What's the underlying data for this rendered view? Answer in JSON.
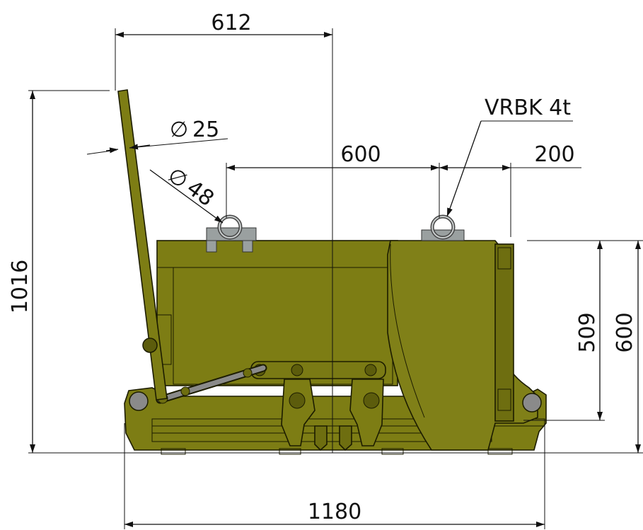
{
  "colors": {
    "body": "#7d7d14",
    "body_dark": "#5c5c0c",
    "body_light": "#8f8f24",
    "outline": "#1c1c00",
    "lifting_eye": "#9aa0a0",
    "dimension": "#111111"
  },
  "dimensions": {
    "handle_offset": "612",
    "overall_height": "1016",
    "handle_diameter": "25",
    "eye_diameter": "48",
    "eye_spacing": "600",
    "eye_to_end": "200",
    "lift_height": "509",
    "body_height": "600",
    "overall_length": "1180"
  },
  "symbols": {
    "diameter": "∅"
  },
  "callouts": {
    "lifting_eye_label": "VRBK 4t"
  }
}
